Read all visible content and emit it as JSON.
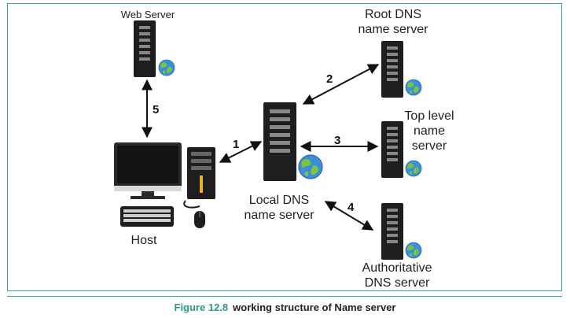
{
  "nodes": {
    "web_server": "Web Server",
    "root_dns": [
      "Root DNS",
      "name server"
    ],
    "top_level": [
      "Top level",
      "name",
      "server"
    ],
    "local_dns": [
      "Local DNS",
      "name server"
    ],
    "host": "Host",
    "authoritative": [
      "Authoritative",
      "DNS server"
    ]
  },
  "steps": [
    "1",
    "2",
    "3",
    "4",
    "5"
  ],
  "caption": {
    "figure": "Figure 12.8",
    "text": "working structure of Name server"
  },
  "colors": {
    "border": "#3aaa8e",
    "caption_figure": "#2a9a80",
    "tower": "#1e1e1e",
    "globe_water": "#3b8fd6",
    "globe_land": "#7cc243"
  }
}
